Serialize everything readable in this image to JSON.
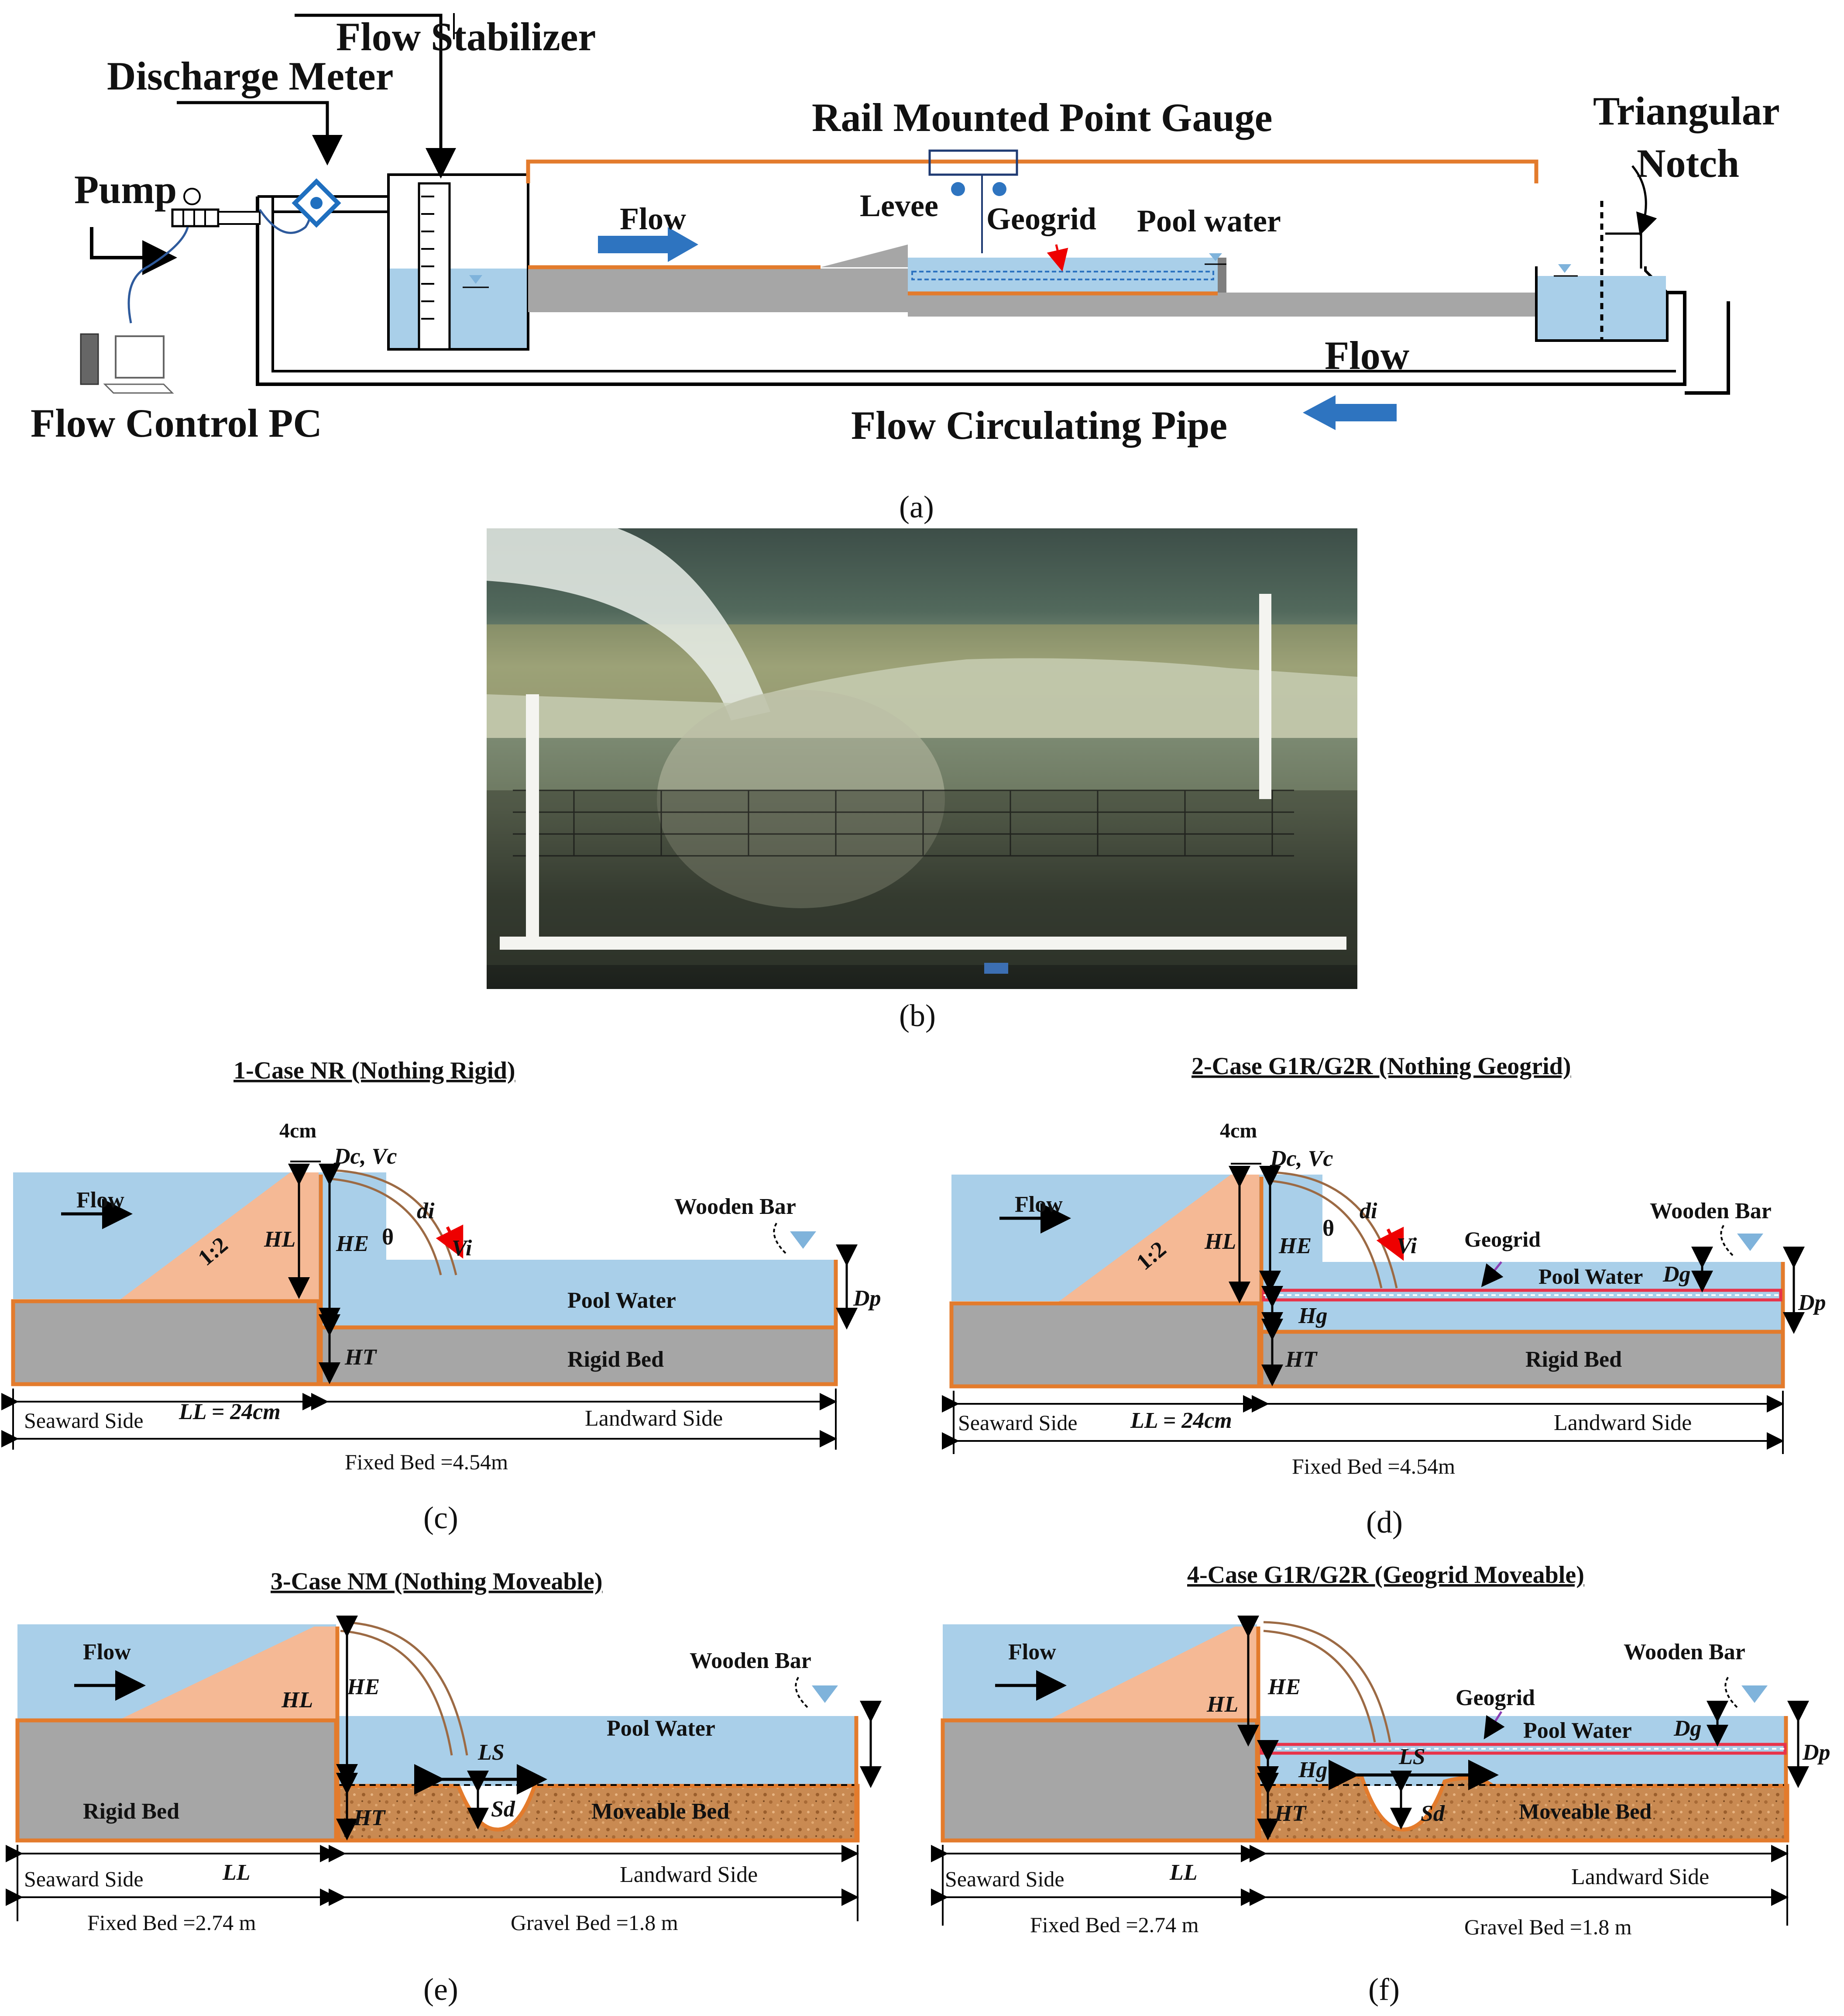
{
  "panel_a": {
    "flow_stabilizer": "Flow Stabilizer",
    "discharge_meter": "Discharge Meter",
    "rail_gauge": "Rail Mounted Point Gauge",
    "triangular": "Triangular",
    "notch": "Notch",
    "pump": "Pump",
    "flow_top": "Flow",
    "levee": "Levee",
    "geogrid": "Geogrid",
    "pool_water": "Pool water",
    "flow_return": "Flow",
    "flow_control_pc": "Flow Control PC",
    "flow_circulating_pipe": "Flow Circulating Pipe",
    "caption": "(a)"
  },
  "panel_b": {
    "caption": "(b)"
  },
  "panel_c": {
    "title": "1-Case NR (Nothing Rigid)",
    "flow": "Flow",
    "slope": "1:2",
    "top_width": "4cm",
    "dc_vc": "Dc, Vc",
    "di": "di",
    "vi": "Vi",
    "theta": "θ",
    "hl": "HL",
    "he": "HE",
    "ht": "HT",
    "dp": "Dp",
    "wooden_bar": "Wooden Bar",
    "pool_water": "Pool Water",
    "rigid_bed": "Rigid Bed",
    "seaward": "Seaward Side",
    "ll": "LL = 24cm",
    "landward": "Landward Side",
    "fixed_bed": "Fixed Bed =4.54m",
    "caption": "(c)"
  },
  "panel_d": {
    "title": "2-Case G1R/G2R (Nothing Geogrid)",
    "flow": "Flow",
    "slope": "1:2",
    "top_width": "4cm",
    "dc_vc": "Dc, Vc",
    "di": "di",
    "vi": "Vi",
    "theta": "θ",
    "hl": "HL",
    "he": "HE",
    "hg": "Hg",
    "ht": "HT",
    "dg": "Dg",
    "dp": "Dp",
    "wooden_bar": "Wooden Bar",
    "geogrid": "Geogrid",
    "pool_water": "Pool Water",
    "rigid_bed": "Rigid Bed",
    "seaward": "Seaward Side",
    "ll": "LL = 24cm",
    "landward": "Landward Side",
    "fixed_bed": "Fixed Bed =4.54m",
    "caption": "(d)"
  },
  "panel_e": {
    "title": "3-Case NM (Nothing Moveable)",
    "flow": "Flow",
    "hl": "HL",
    "he": "HE",
    "ht": "HT",
    "ls": "LS",
    "sd": "Sd",
    "wooden_bar": "Wooden Bar",
    "pool_water": "Pool Water",
    "rigid_bed": "Rigid Bed",
    "moveable_bed": "Moveable Bed",
    "seaward": "Seaward Side",
    "ll": "LL",
    "landward": "Landward Side",
    "fixed_bed": "Fixed Bed =2.74 m",
    "gravel_bed": "Gravel Bed =1.8 m",
    "caption": "(e)"
  },
  "panel_f": {
    "title": "4-Case G1R/G2R (Geogrid Moveable)",
    "flow": "Flow",
    "hl": "HL",
    "he": "HE",
    "hg": "Hg",
    "ht": "HT",
    "ls": "LS",
    "sd": "Sd",
    "dg": "Dg",
    "dp": "Dp",
    "wooden_bar": "Wooden Bar",
    "geogrid": "Geogrid",
    "pool_water": "Pool Water",
    "moveable_bed": "Moveable Bed",
    "seaward": "Seaward Side",
    "ll": "LL",
    "landward": "Landward Side",
    "fixed_bed": "Fixed Bed =2.74 m",
    "gravel_bed": "Gravel Bed =1.8 m",
    "caption": "(f)"
  },
  "colors": {
    "water": "#a9cfe9",
    "levee": "#f5b995",
    "rigid_bed": "#a6a6a6",
    "outline": "#e37b2c",
    "arrow_blue": "#2e74c0",
    "geogrid": "#e8334a"
  }
}
